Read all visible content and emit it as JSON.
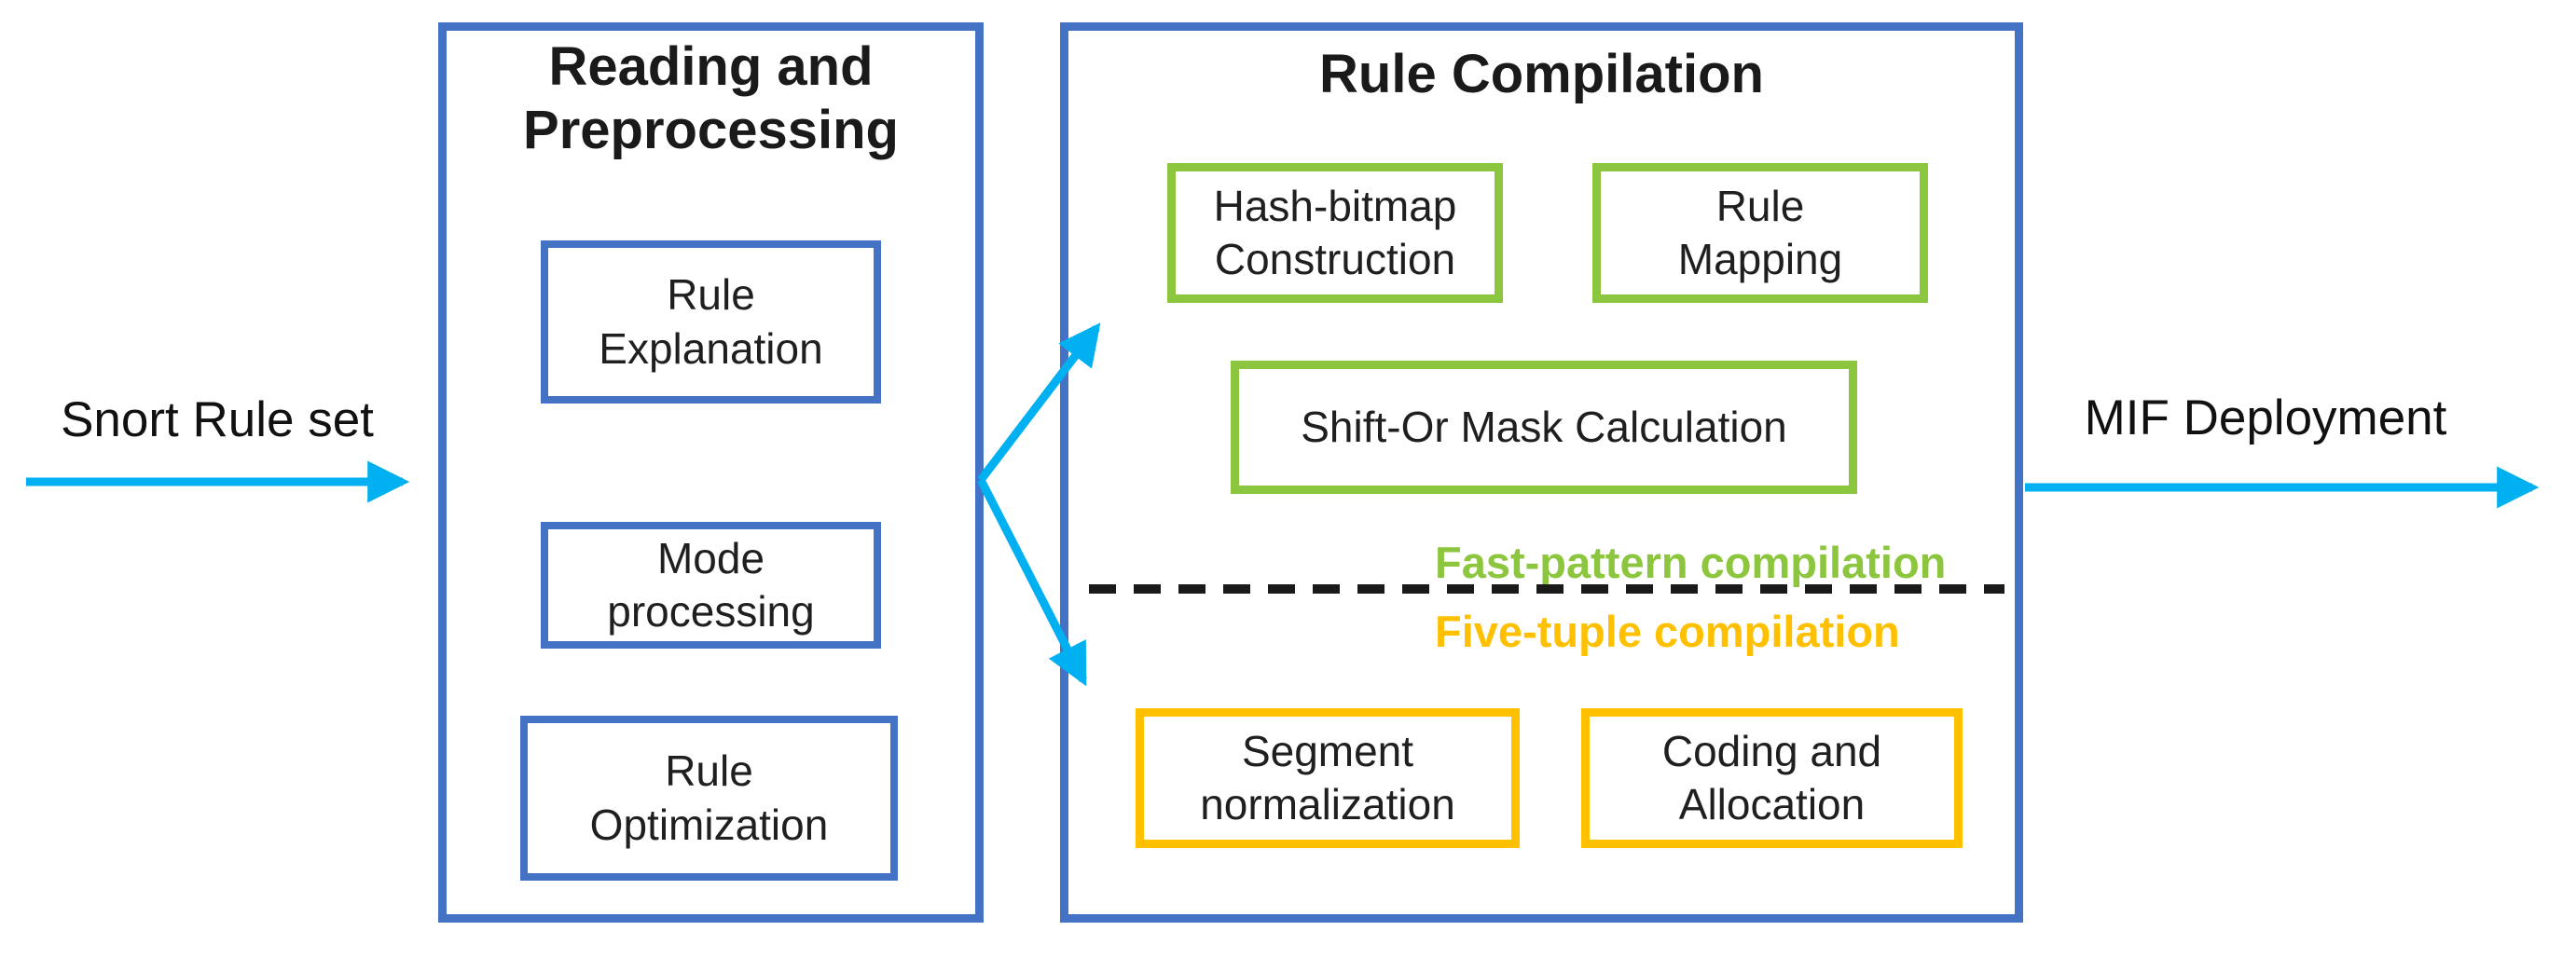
{
  "labels": {
    "input": "Snort Rule set",
    "output": "MIF Deployment"
  },
  "stage1": {
    "title_lines": [
      "Reading and",
      "Preprocessing"
    ],
    "steps": [
      {
        "lines": [
          "Rule",
          "Explanation"
        ]
      },
      {
        "lines": [
          "Mode",
          "processing"
        ]
      },
      {
        "lines": [
          "Rule",
          "Optimization"
        ]
      }
    ]
  },
  "stage2": {
    "title": "Rule Compilation",
    "fast_pattern": {
      "section_label": "Fast-pattern compilation",
      "boxes": [
        {
          "lines": [
            "Hash-bitmap",
            "Construction"
          ]
        },
        {
          "lines": [
            "Rule",
            "Mapping"
          ]
        },
        {
          "lines": [
            "Shift-Or Mask Calculation"
          ]
        }
      ]
    },
    "five_tuple": {
      "section_label": "Five-tuple compilation",
      "boxes": [
        {
          "lines": [
            "Segment",
            "normalization"
          ]
        },
        {
          "lines": [
            "Coding and",
            "Allocation"
          ]
        }
      ]
    }
  },
  "icons": {
    "flow_arrows": "right-arrow",
    "divider": "dashed-line"
  },
  "colors": {
    "stage_border_blue": "#4472C4",
    "fast_pattern_green": "#8CC63E",
    "five_tuple_orange": "#FFC000",
    "flow_arrow_cyan": "#00B0F0",
    "text_black": "#1A1A1A"
  }
}
